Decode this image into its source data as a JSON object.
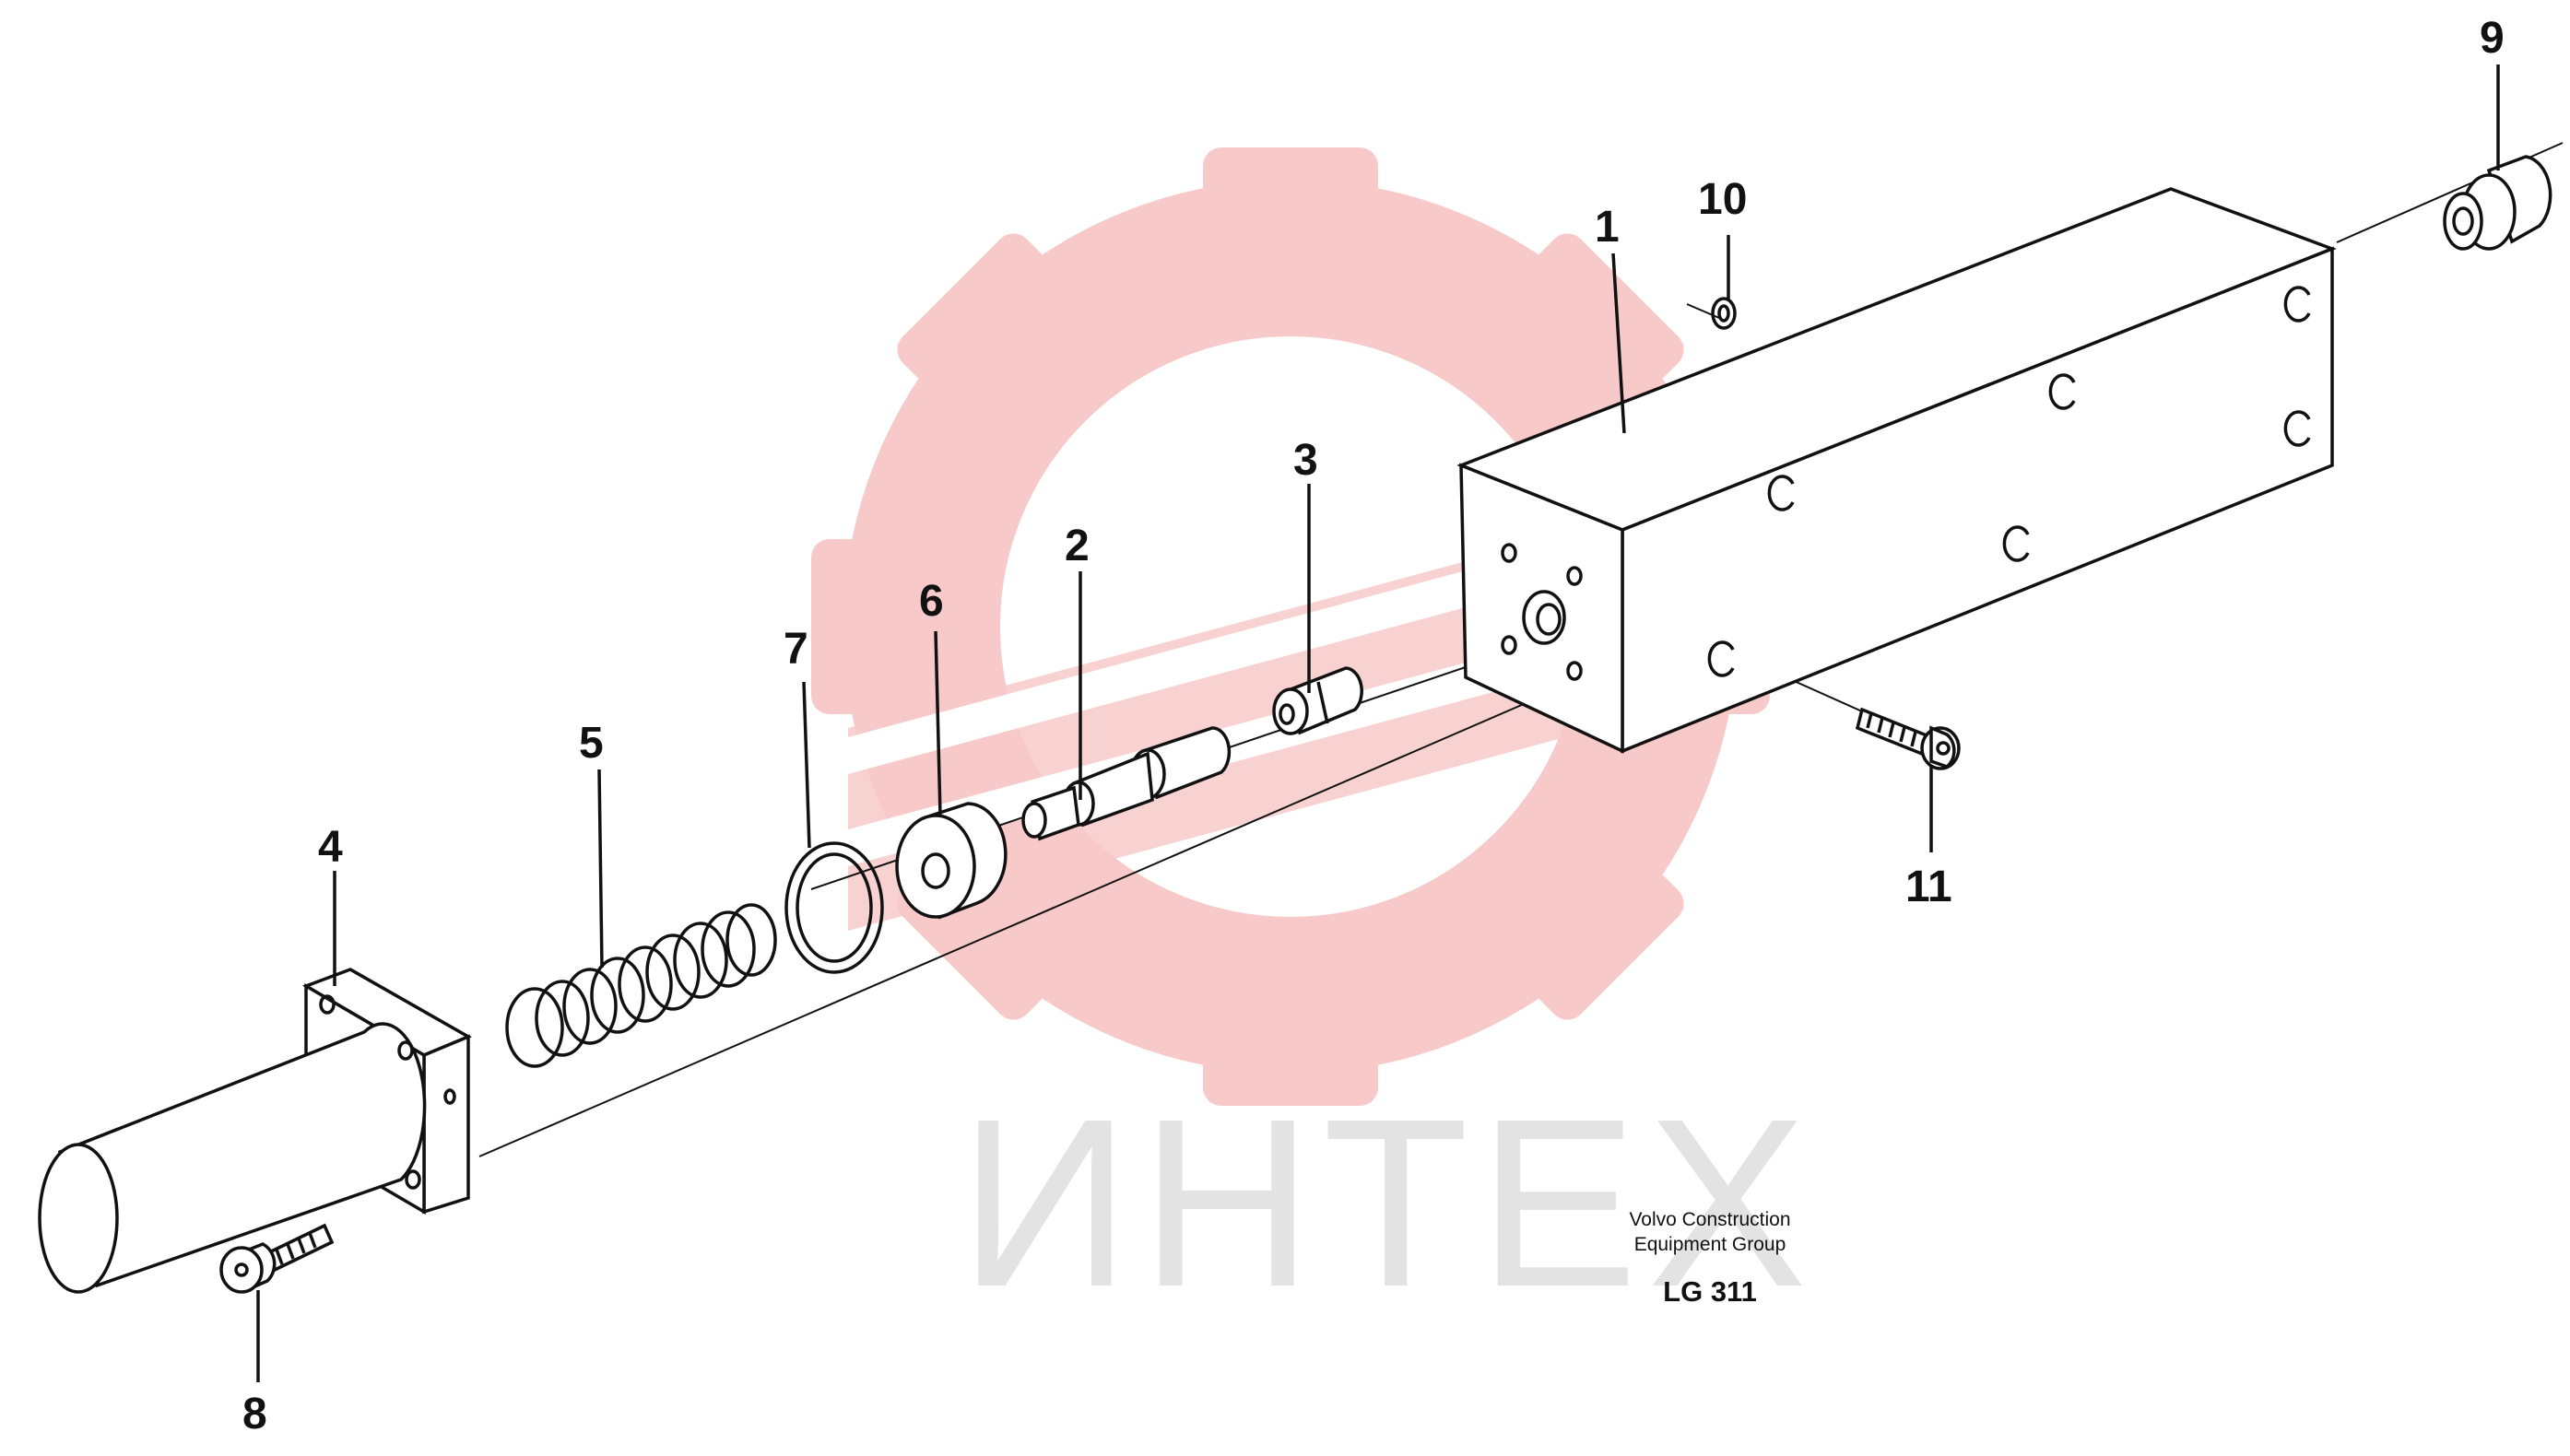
{
  "watermark": {
    "text": "ИНТЕХ",
    "gear_color": "#f7c9c9",
    "text_color": "#e3e3e3"
  },
  "callouts": [
    {
      "id": "1",
      "label": "1"
    },
    {
      "id": "2",
      "label": "2"
    },
    {
      "id": "3",
      "label": "3"
    },
    {
      "id": "4",
      "label": "4"
    },
    {
      "id": "5",
      "label": "5"
    },
    {
      "id": "6",
      "label": "6"
    },
    {
      "id": "7",
      "label": "7"
    },
    {
      "id": "8",
      "label": "8"
    },
    {
      "id": "9",
      "label": "9"
    },
    {
      "id": "10",
      "label": "10"
    },
    {
      "id": "11",
      "label": "11"
    }
  ],
  "credit": {
    "line1": "Volvo Construction",
    "line2": "Equipment Group"
  },
  "drawing_code": "LG 311"
}
